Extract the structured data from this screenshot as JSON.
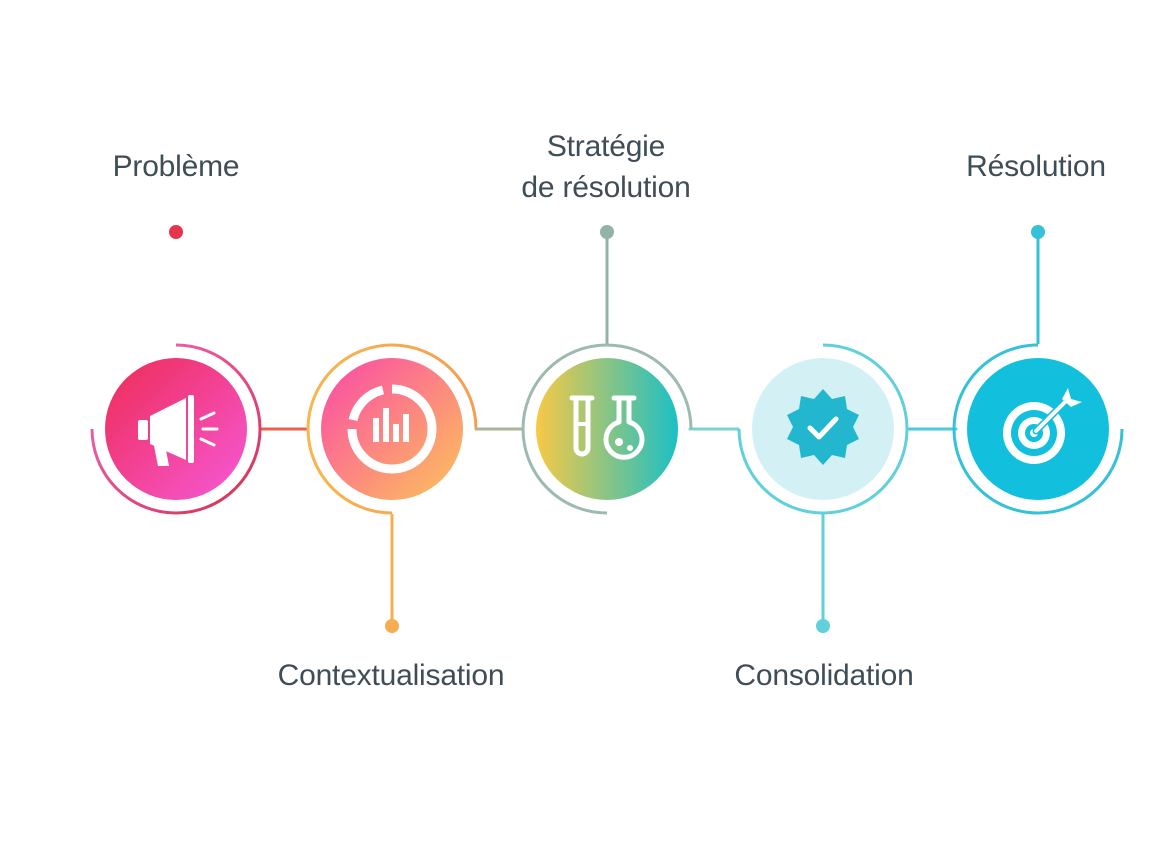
{
  "steps": [
    {
      "label": "Problème",
      "icon": "megaphone-icon",
      "colors": [
        "#ee2b55",
        "#f65ad8"
      ],
      "ring": "#e0405e"
    },
    {
      "label": "Contextualisation",
      "icon": "donut-chart-icon",
      "colors": [
        "#fb48a8",
        "#fcc45a"
      ],
      "ring": "#f5ad52"
    },
    {
      "label_lines": [
        "Stratégie",
        "de résolution"
      ],
      "icon": "flasks-icon",
      "colors": [
        "#f7c945",
        "#1bc0c5"
      ],
      "ring": "#9dbab0"
    },
    {
      "label": "Consolidation",
      "icon": "verified-badge-icon",
      "colors": [
        "#d3f1f5",
        "#c6edf3"
      ],
      "ring": "#5fd0dc",
      "icon_color": "#22b7cf"
    },
    {
      "label": "Résolution",
      "icon": "target-arrow-icon",
      "colors": [
        "#12bfdc",
        "#12bfdc"
      ],
      "ring": "#35c1d8"
    }
  ],
  "text_color": "#3f4d57"
}
